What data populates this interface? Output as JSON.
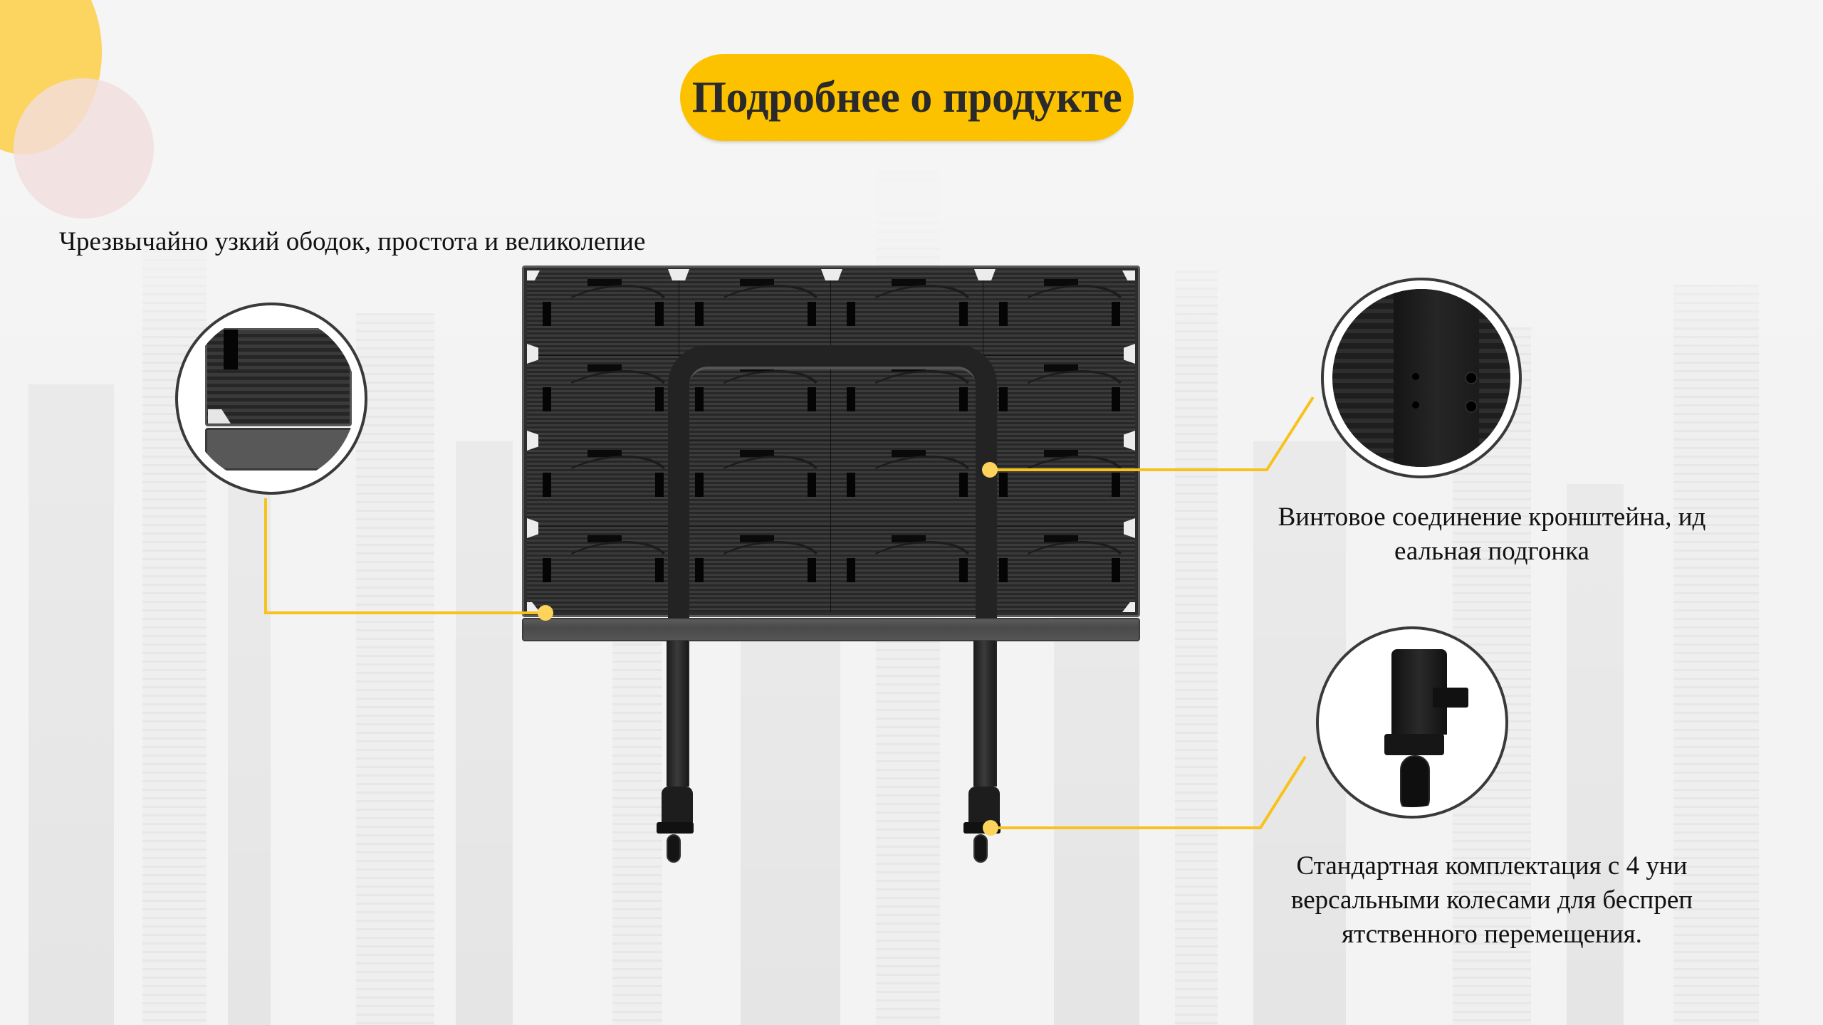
{
  "title": "Подробнее о продукте",
  "features": [
    {
      "id": "bezel",
      "caption": "Чрезвычайно узкий ободок, простота и великолепие",
      "callout_icon": "panel-corner-closeup"
    },
    {
      "id": "bracket",
      "caption": "Винтовое соединение кронштейна, идеальная подгонка",
      "caption_lines": [
        "Винтовое соединение кронштейна, ид",
        "еальная подгонка"
      ],
      "callout_icon": "bracket-screw-closeup"
    },
    {
      "id": "wheels",
      "caption": "Стандартная комплектация с 4 универсальными колесами для беспрепятственного перемещения.",
      "caption_lines": [
        "Стандартная комплектация с 4 уни",
        "версальными колесами для беспреп",
        "ятственного перемещения."
      ],
      "callout_icon": "caster-wheel-closeup"
    }
  ],
  "product": {
    "name_icon": "led-display-panel-on-mobile-stand",
    "module_grid": {
      "columns": 4,
      "rows": 4
    }
  },
  "colors": {
    "accent": "#fcc200",
    "connector": "#f7c21b",
    "dot": "#fdd35c",
    "deco_yellow": "#fcd460",
    "deco_pink": "#f3dede",
    "background": "#f3f3f3",
    "text": "#111111"
  }
}
